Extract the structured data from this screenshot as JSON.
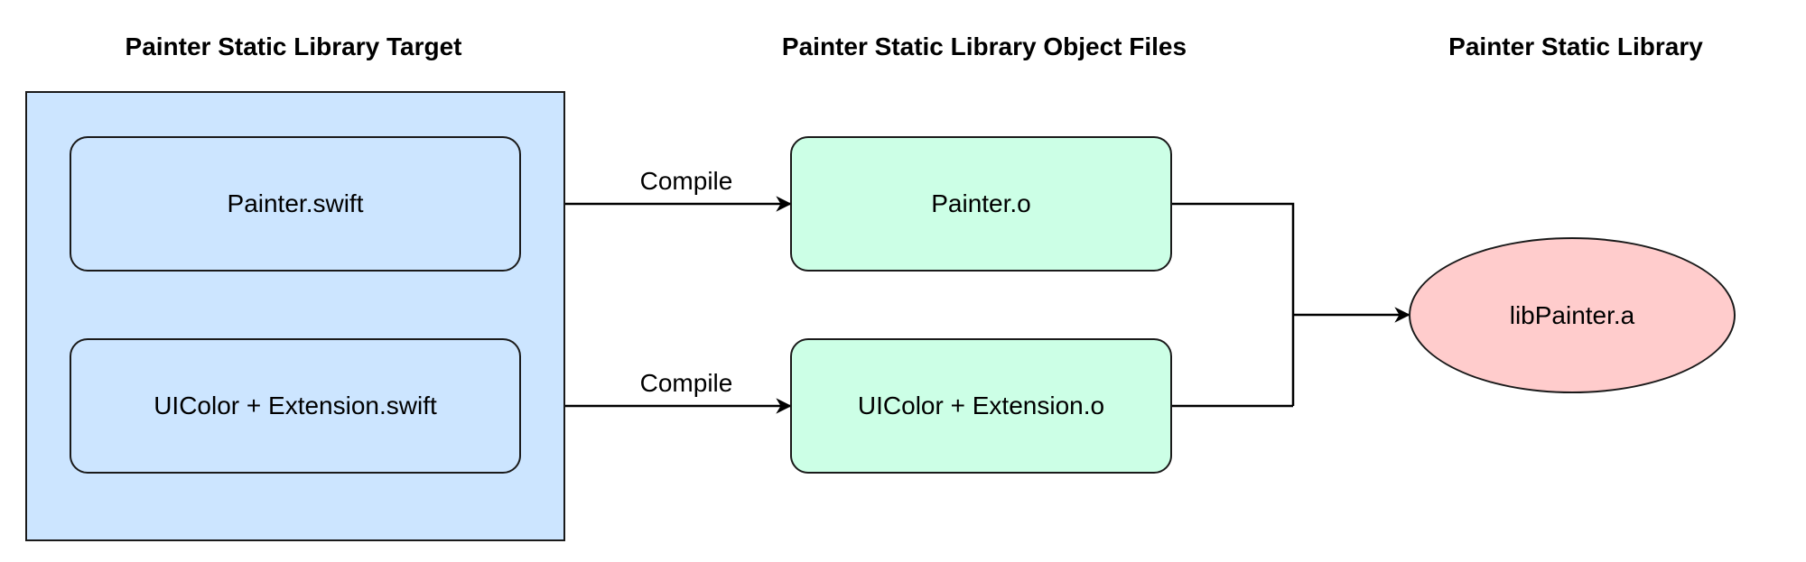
{
  "headings": {
    "target": "Painter Static Library Target",
    "object_files": "Painter Static Library Object Files",
    "library": "Painter Static Library"
  },
  "sources": [
    {
      "label": "Painter.swift"
    },
    {
      "label": "UIColor + Extension.swift"
    }
  ],
  "objects": [
    {
      "label": "Painter.o"
    },
    {
      "label": "UIColor + Extension.o"
    }
  ],
  "library": {
    "label": "libPainter.a"
  },
  "edges": [
    {
      "label": "Compile"
    },
    {
      "label": "Compile"
    }
  ],
  "colors": {
    "target_fill": "#cce5ff",
    "object_fill": "#ccffe6",
    "library_fill": "#ffcccc",
    "stroke": "#1a1a1a"
  }
}
